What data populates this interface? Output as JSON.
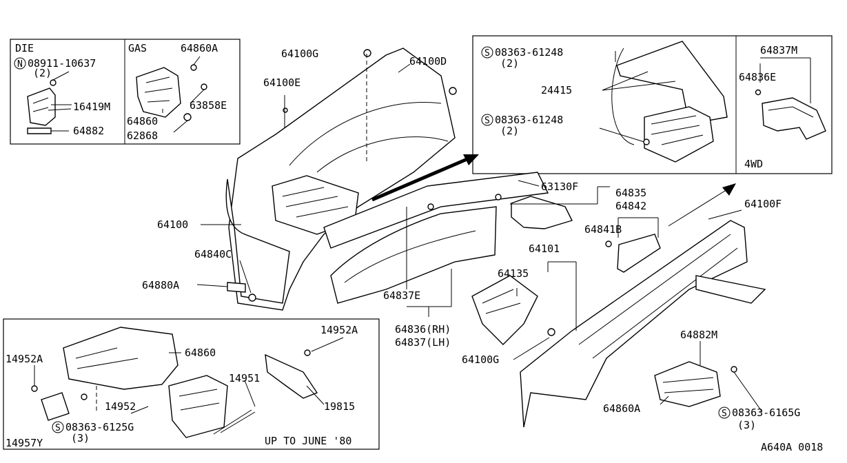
{
  "inset_top_left": {
    "die": {
      "title": "DIE",
      "n_part": "08911-10637",
      "n_qty": "(2)",
      "p1": "16419M",
      "p2": "64882"
    },
    "gas": {
      "title": "GAS",
      "p1": "64860A",
      "p2": "63858E",
      "p3": "64860",
      "p4": "62868"
    }
  },
  "inset_top_right": {
    "s1_part": "08363-61248",
    "s1_qty": "(2)",
    "p_24415": "24415",
    "s2_part": "08363-61248",
    "s2_qty": "(2)",
    "fourwd": {
      "p1": "64837M",
      "p2": "64836E",
      "caption": "4WD"
    }
  },
  "inset_bottom_left": {
    "p_14952A_l": "14952A",
    "p_64860": "64860",
    "p_14952A_r": "14952A",
    "p_14951": "14951",
    "p_14952": "14952",
    "p_19815": "19815",
    "s_part": "08363-6125G",
    "s_qty": "(3)",
    "p_14957Y": "14957Y",
    "caption": "UP TO JUNE '80"
  },
  "main": {
    "p_64100G_top": "64100G",
    "p_64100D": "64100D",
    "p_64100E": "64100E",
    "p_64100": "64100",
    "p_64840C": "64840C",
    "p_64880A": "64880A",
    "p_63130F": "63130F",
    "p_64835": "64835",
    "p_64842": "64842",
    "p_64841B": "64841B",
    "p_64100F": "64100F",
    "p_64101": "64101",
    "p_64135": "64135",
    "p_64837E": "64837E",
    "p_64836RH": "64836(RH)",
    "p_64837LH": "64837(LH)",
    "p_64100G_bot": "64100G",
    "p_64882M": "64882M",
    "p_64860A": "64860A",
    "s_part": "08363-6165G",
    "s_qty": "(3)"
  },
  "figure_code": "A640A 0018"
}
